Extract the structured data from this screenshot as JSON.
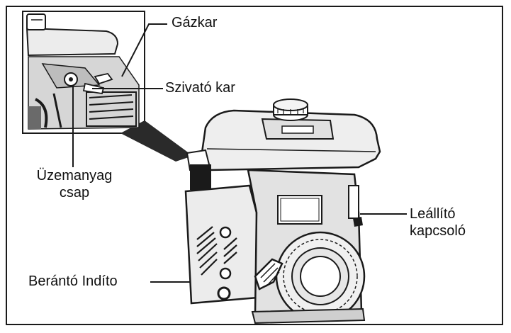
{
  "labels": {
    "throttle": "Gázkar",
    "choke": "Szivató kar",
    "fuel_valve_line1": "Üzemanyag",
    "fuel_valve_line2": "csap",
    "stop_switch_line1": "Leállító",
    "stop_switch_line2": "kapcsoló",
    "recoil_starter": "Berántó Indíto"
  },
  "colors": {
    "ink": "#1a1a1a",
    "paper": "#ffffff",
    "shade": "#c8c8c8",
    "dark_shade": "#4a4a4a"
  }
}
